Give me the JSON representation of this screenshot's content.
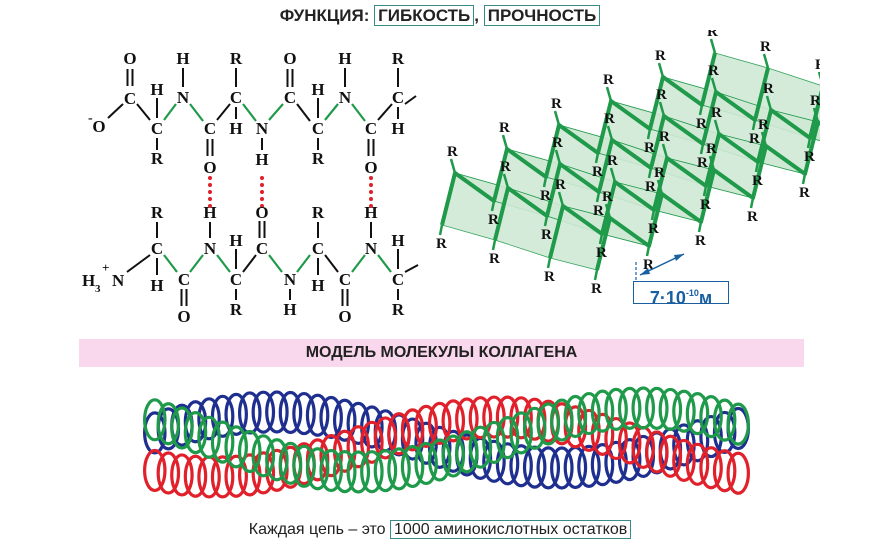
{
  "title": {
    "prefix": "ФУНКЦИЯ: ",
    "word1": "ГИБКОСТЬ",
    "sep": ", ",
    "word2": "ПРОЧНОСТЬ"
  },
  "model_title": "МОДЕЛЬ МОЛЕКУЛЫ КОЛЛАГЕНА",
  "caption": {
    "prefix": "Каждая цепь – это ",
    "boxed": "1000 аминокислотных остатков"
  },
  "scale": {
    "base": "7·10",
    "exp": "-10",
    "unit": "м"
  },
  "atoms": {
    "O": "O",
    "C": "C",
    "N": "N",
    "H": "H",
    "R": "R",
    "H3": "H",
    "three": "3",
    "plus": "+",
    "minus": "-"
  },
  "colors": {
    "bond": "#111111",
    "peptide_bond": "#1f9a4a",
    "hbond": "#e0202a",
    "sheet_fill": "#cfe9d4",
    "sheet_line": "#1f9a4a",
    "helix_green": "#1f9a4a",
    "helix_red": "#e0202a",
    "helix_blue": "#1e2f8f",
    "scale_blue": "#1a5fa0",
    "band_pink": "#f9d7ec"
  }
}
